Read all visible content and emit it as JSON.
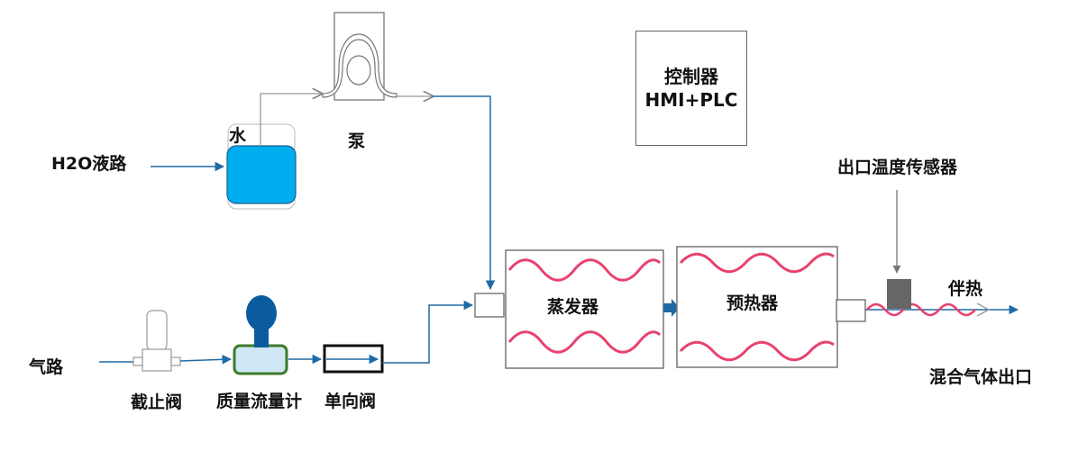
{
  "labels": {
    "h2o_line": "H2O液路",
    "water": "水",
    "pump": "泵",
    "gas_line": "气路",
    "shutoff_valve": "截止阀",
    "mass_flow_meter": "质量流量计",
    "check_valve": "单向阀",
    "evaporator": "蒸发器",
    "preheater": "预热器",
    "outlet_temp_sensor": "出口温度传感器",
    "heat_trace": "伴热",
    "mixed_gas_outlet": "混合气体出口"
  },
  "controller": {
    "line1": "控制器",
    "line2": "HMI+PLC"
  },
  "colors": {
    "flow_line": "#1f6aa5",
    "water_tank": "#00aeef",
    "heating_wave": "#e8426e",
    "flow_meter_head": "#0b5c9e",
    "flow_meter_body": "#cfe6f7",
    "flow_meter_border": "#3d7a2a",
    "sensor": "#666666"
  }
}
